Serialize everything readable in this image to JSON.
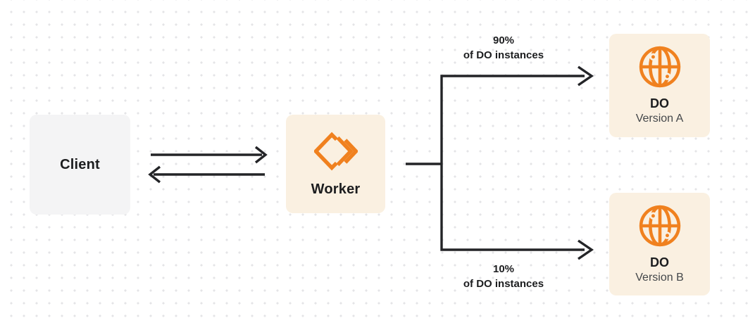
{
  "nodes": {
    "client": {
      "label": "Client"
    },
    "worker": {
      "label": "Worker",
      "icon": "workers-brackets-icon"
    },
    "do_a": {
      "title": "DO",
      "subtitle": "Version A",
      "icon": "durable-object-globe-icon"
    },
    "do_b": {
      "title": "DO",
      "subtitle": "Version B",
      "icon": "durable-object-globe-icon"
    }
  },
  "edge_labels": {
    "top": {
      "percent": "90%",
      "caption": "of DO instances"
    },
    "bottom": {
      "percent": "10%",
      "caption": "of DO instances"
    }
  },
  "colors": {
    "accent_orange": "#f0811f",
    "box_cream": "#faf0e1",
    "box_gray": "#f4f4f5",
    "line_dark": "#232427",
    "dot_grid": "#e4e4e7",
    "text_dark": "#1c1d1f",
    "text_gray": "#44474a"
  }
}
